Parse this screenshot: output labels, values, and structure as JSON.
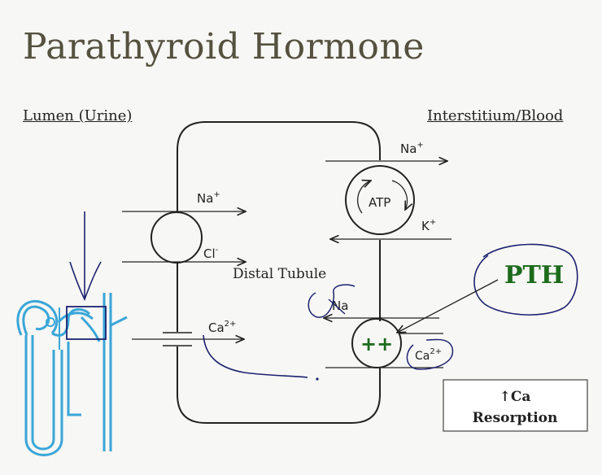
{
  "title": "Parathyroid Hormone",
  "lumen_label": "Lumen (Urine)",
  "interstitium_label": "Interstitium/Blood",
  "cell_label": "Distal Tubule",
  "pump": {
    "center_label": "ATP",
    "top_ion": "Na",
    "top_ion_sup": "+",
    "bottom_ion": "K",
    "bottom_ion_sup": "+"
  },
  "cotransporter": {
    "ion1": "Na",
    "ion1_sup": "+",
    "ion2": "Cl",
    "ion2_sup": "-"
  },
  "calcium_channel": {
    "ion": "Ca",
    "ion_sup": "2+"
  },
  "exchanger": {
    "center_label": "++",
    "in_ion": "Na",
    "out_ion": "Ca",
    "out_ion_sup": "2+"
  },
  "hormone_label": "PTH",
  "effect_box": {
    "line1": "↑Ca",
    "line2": "Resorption"
  },
  "colors": {
    "ink": "#222222",
    "title": "#55513f",
    "hormone_green": "#1d6b1d",
    "annotation_navy": "#1c2270",
    "nephron_blue": "#3aa6d8"
  }
}
